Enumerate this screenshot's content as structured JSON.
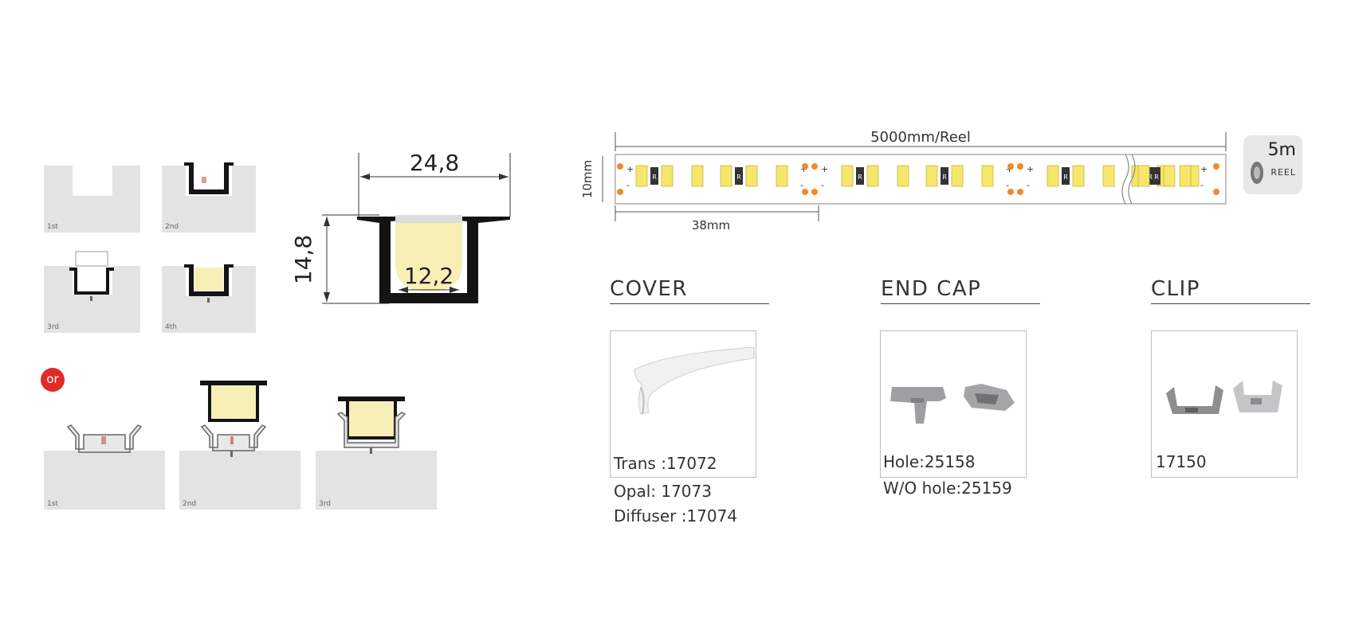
{
  "steps_top": [
    {
      "label": "1st"
    },
    {
      "label": "2nd"
    },
    {
      "label": "3rd"
    },
    {
      "label": "4th"
    }
  ],
  "or_label": "or",
  "steps_bottom": [
    {
      "label": "1st"
    },
    {
      "label": "2nd"
    },
    {
      "label": "3rd"
    }
  ],
  "profile": {
    "width_dim": "24,8",
    "height_dim": "14,8",
    "inner_dim": "12,2",
    "colors": {
      "profile": "#141414",
      "light": "#f7efb6",
      "wall": "#e3e3e2",
      "cover": "#dcdcdc"
    }
  },
  "strip": {
    "length_label": "5000mm/Reel",
    "width_label": "10mm",
    "cut_label": "38mm",
    "resistor_mark": "R",
    "plus": "+",
    "minus": "-",
    "colors": {
      "led": "#f6e66a",
      "pad": "#f08a2a",
      "resistor": "#333333"
    }
  },
  "reel_badge": {
    "big": "5m",
    "small": "REEL"
  },
  "accessories": [
    {
      "title": "COVER",
      "lines": [
        "Trans :17072",
        "Opal:  17073",
        "Diffuser :17074"
      ]
    },
    {
      "title": "END CAP",
      "lines": [
        "Hole:25158",
        "W/O hole:25159"
      ]
    },
    {
      "title": "CLIP",
      "lines": [
        "17150"
      ]
    }
  ]
}
